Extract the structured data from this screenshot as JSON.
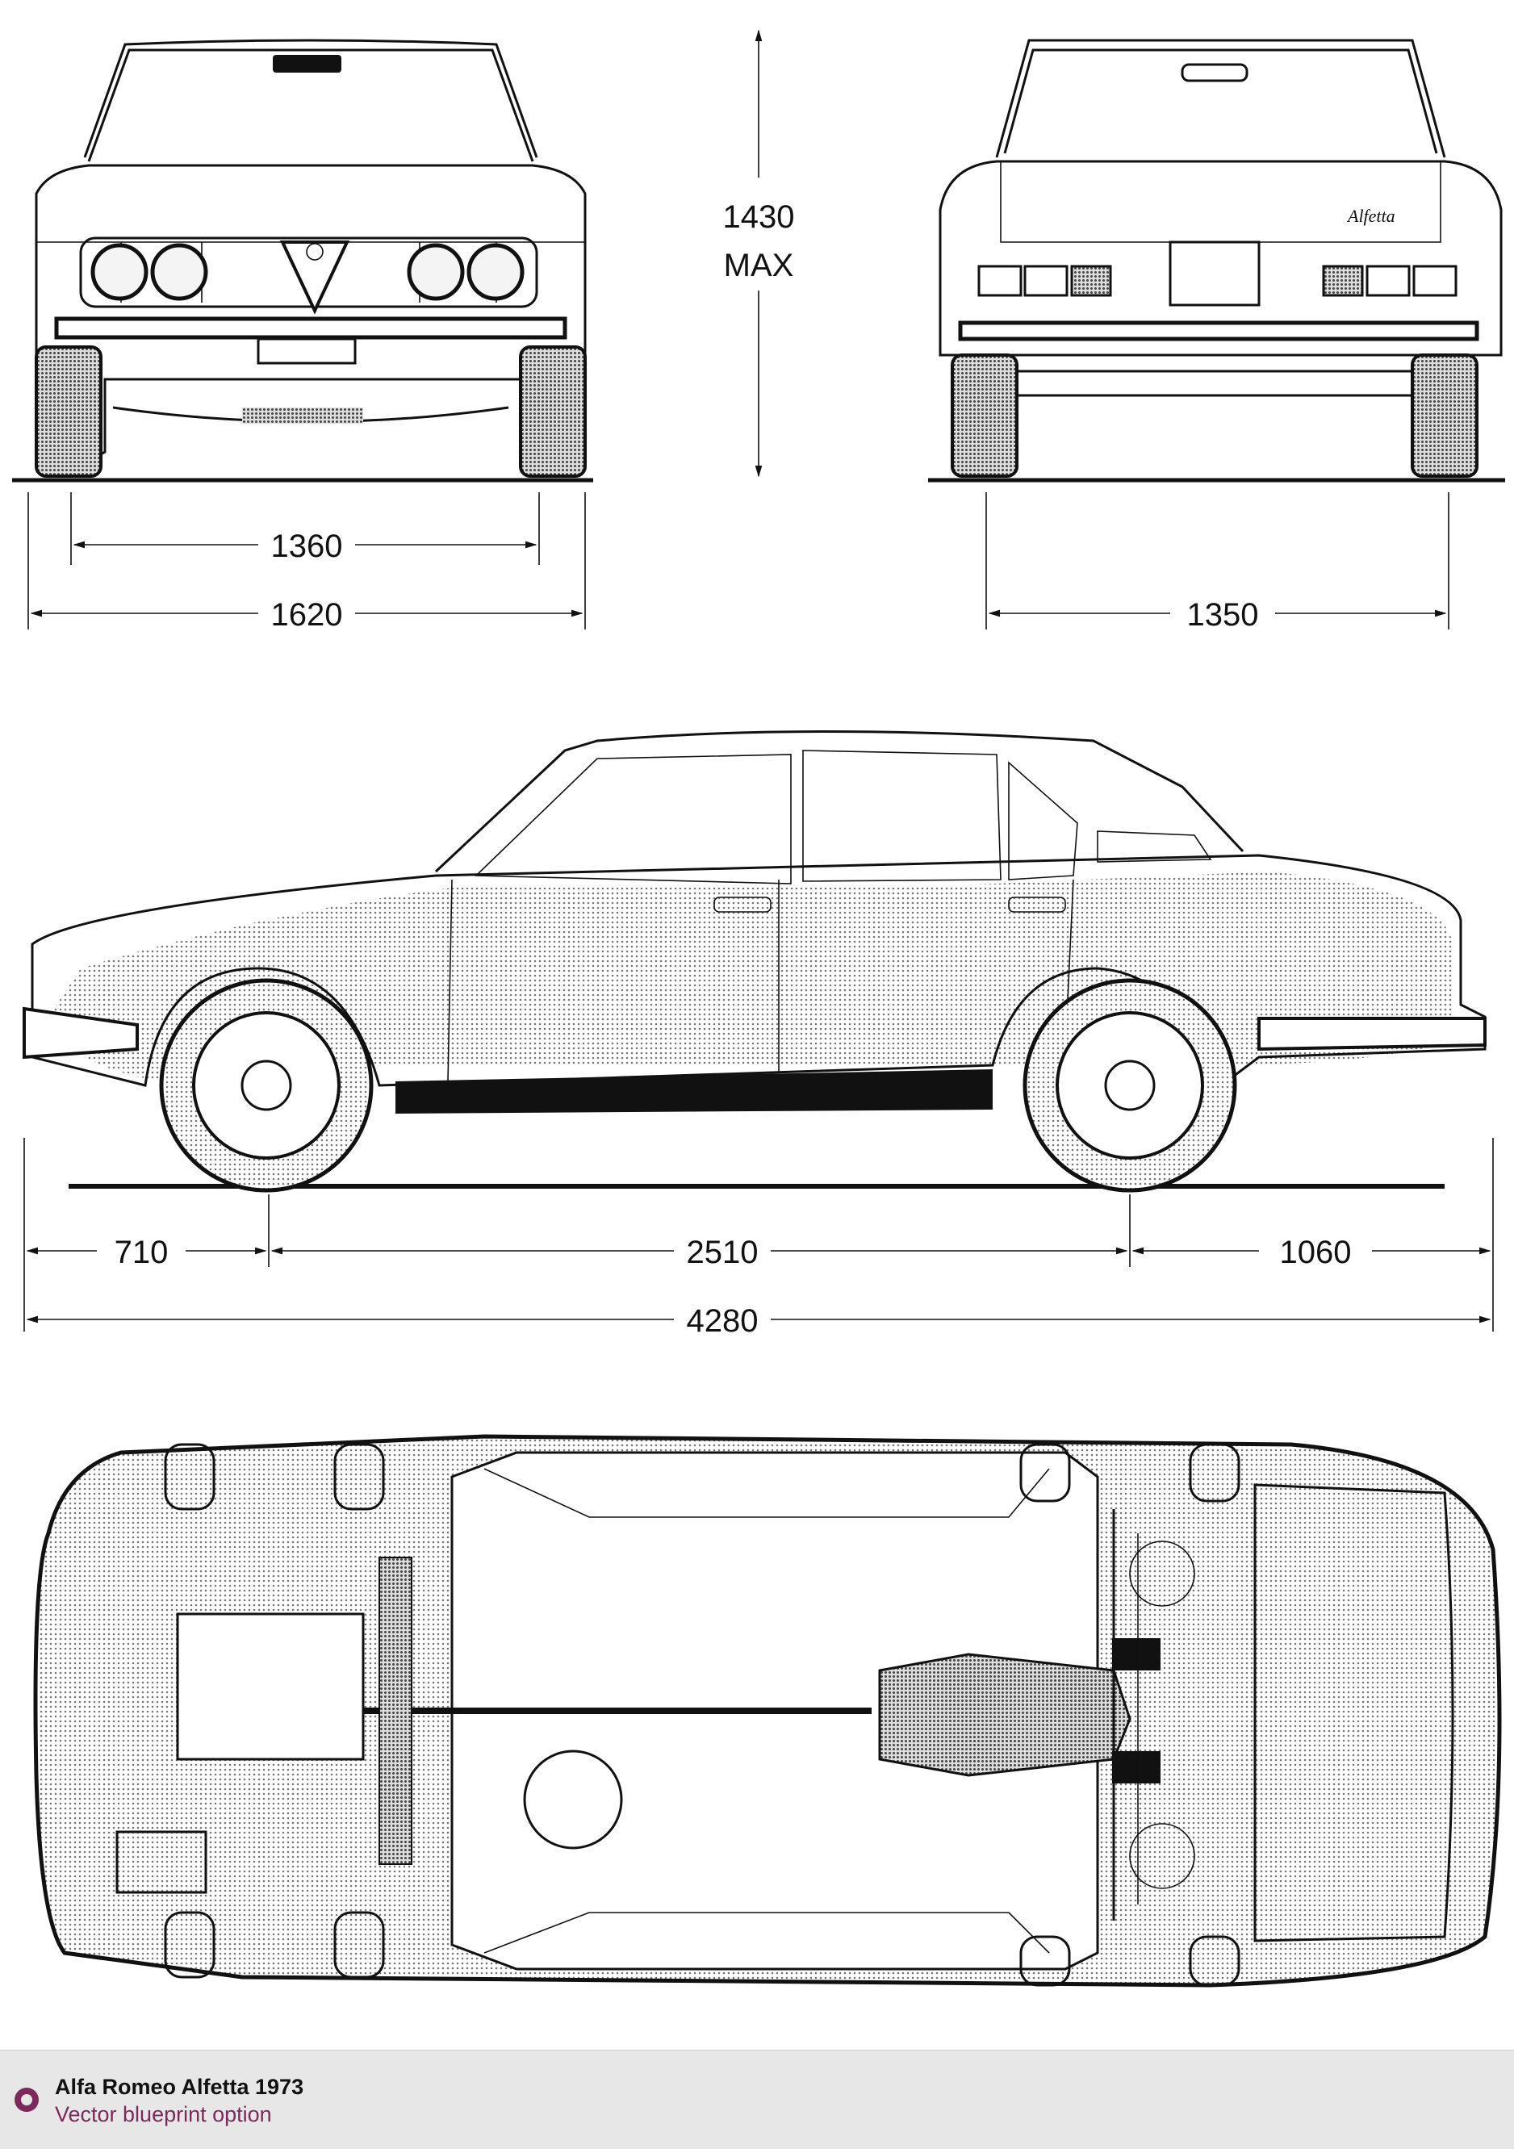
{
  "footer": {
    "title": "Alfa Romeo Alfetta 1973",
    "subtitle": "Vector blueprint option",
    "accent_color": "#7b2a5b",
    "icon": "circle-logo-icon"
  },
  "dimensions": {
    "height": "1430",
    "height_qualifier": "MAX",
    "front_track": "1360",
    "width": "1620",
    "rear_track": "1350",
    "front_overhang": "710",
    "wheelbase": "2510",
    "rear_overhang": "1060",
    "length": "4280"
  },
  "views": [
    "front-view",
    "rear-view",
    "side-view",
    "top-view"
  ],
  "rear_badge": "Alfetta"
}
